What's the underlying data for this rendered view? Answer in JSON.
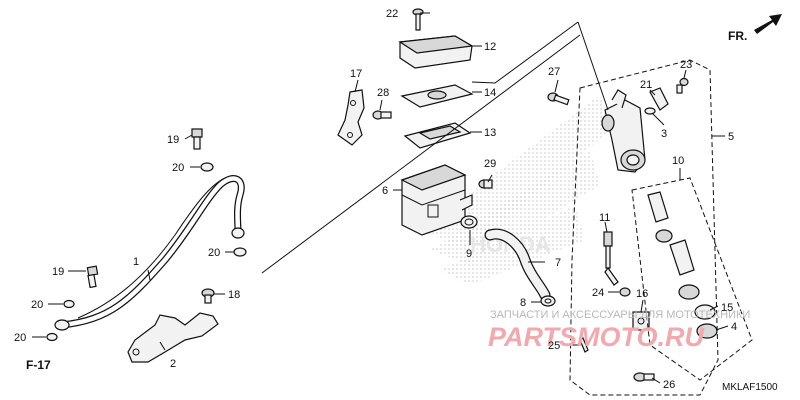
{
  "diagram": {
    "direction_label": "FR.",
    "page_ref": "F-17",
    "diagram_code": "MKLAF1500",
    "brand_watermark": "HONDA",
    "watermark_caption": "ЗАПЧАСТИ И АКСЕССУАРЫ ДЛЯ МОТОТЕХНИКИ",
    "watermark_site": "PARTSMOTO.RU",
    "callouts": [
      {
        "id": "c1",
        "label": "1"
      },
      {
        "id": "c2",
        "label": "2"
      },
      {
        "id": "c3",
        "label": "3"
      },
      {
        "id": "c4",
        "label": "4"
      },
      {
        "id": "c5",
        "label": "5"
      },
      {
        "id": "c6",
        "label": "6"
      },
      {
        "id": "c7",
        "label": "7"
      },
      {
        "id": "c8",
        "label": "8"
      },
      {
        "id": "c9",
        "label": "9"
      },
      {
        "id": "c10",
        "label": "10"
      },
      {
        "id": "c11",
        "label": "11"
      },
      {
        "id": "c12",
        "label": "12"
      },
      {
        "id": "c13",
        "label": "13"
      },
      {
        "id": "c14",
        "label": "14"
      },
      {
        "id": "c15",
        "label": "15"
      },
      {
        "id": "c16",
        "label": "16"
      },
      {
        "id": "c17",
        "label": "17"
      },
      {
        "id": "c18",
        "label": "18"
      },
      {
        "id": "c19a",
        "label": "19"
      },
      {
        "id": "c19b",
        "label": "19"
      },
      {
        "id": "c20a",
        "label": "20"
      },
      {
        "id": "c20b",
        "label": "20"
      },
      {
        "id": "c20c",
        "label": "20"
      },
      {
        "id": "c20d",
        "label": "20"
      },
      {
        "id": "c21",
        "label": "21"
      },
      {
        "id": "c22",
        "label": "22"
      },
      {
        "id": "c23",
        "label": "23"
      },
      {
        "id": "c24",
        "label": "24"
      },
      {
        "id": "c25",
        "label": "25"
      },
      {
        "id": "c26",
        "label": "26"
      },
      {
        "id": "c27",
        "label": "27"
      },
      {
        "id": "c28",
        "label": "28"
      },
      {
        "id": "c29",
        "label": "29"
      }
    ]
  }
}
